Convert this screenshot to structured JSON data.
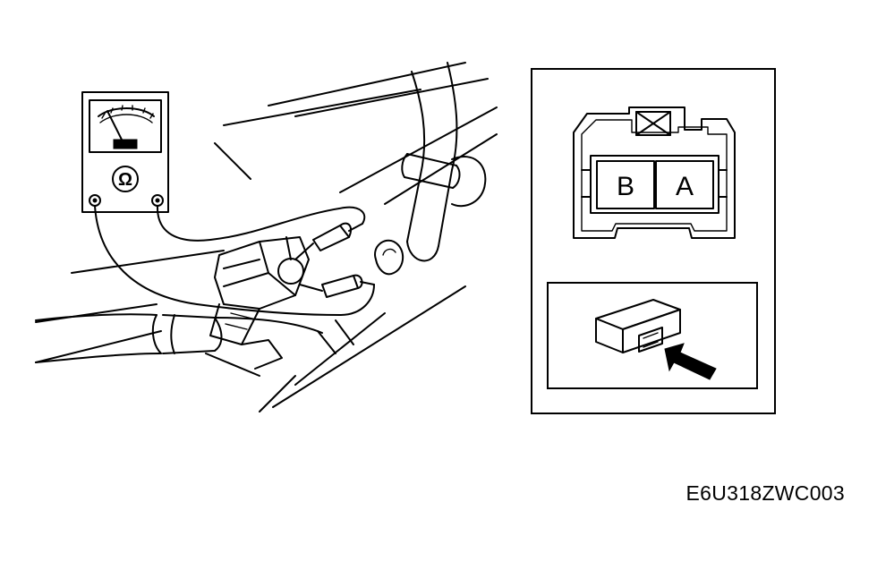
{
  "figure": {
    "diagram_code": "E6U318ZWC003",
    "ohmmeter": {
      "symbol": "Ω"
    },
    "connector": {
      "terminals": [
        {
          "label": "B"
        },
        {
          "label": "A"
        }
      ]
    },
    "icons": [
      "ohmmeter-icon",
      "connector-icon",
      "arrow-icon"
    ]
  }
}
